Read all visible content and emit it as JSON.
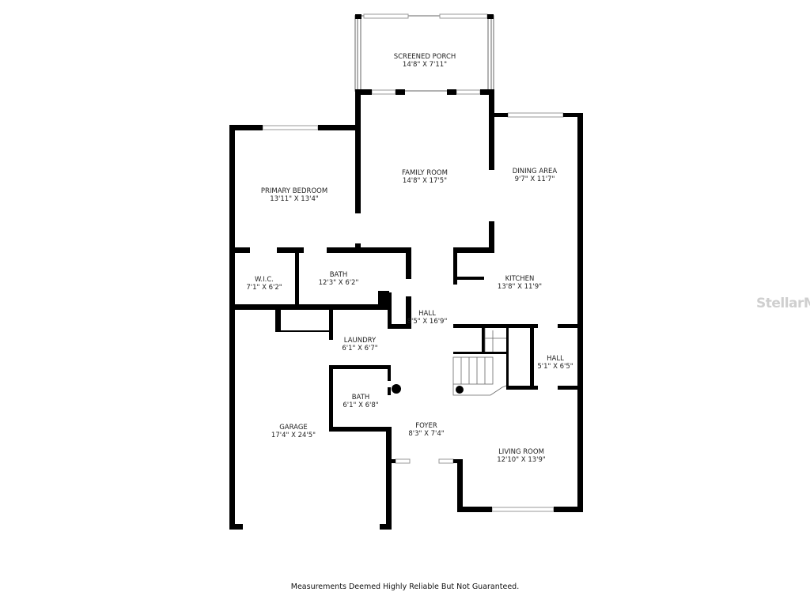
{
  "rooms": [
    {
      "name": "SCREENED PORCH",
      "dims": "14'8\" X 7'11\""
    },
    {
      "name": "FAMILY ROOM",
      "dims": "14'8\" X 17'5\""
    },
    {
      "name": "DINING AREA",
      "dims": "9'7\" X 11'7\""
    },
    {
      "name": "PRIMARY BEDROOM",
      "dims": "13'11\" X 13'4\""
    },
    {
      "name": "W.I.C.",
      "dims": "7'1\" X 6'2\""
    },
    {
      "name": "BATH",
      "dims": "12'3\" X 6'2\""
    },
    {
      "name": "KITCHEN",
      "dims": "13'8\" X 11'9\""
    },
    {
      "name": "HALL",
      "dims": "8'5\" X 16'9\""
    },
    {
      "name": "LAUNDRY",
      "dims": "6'1\" X 6'7\""
    },
    {
      "name": "HALL",
      "dims": "5'1\" X 6'5\""
    },
    {
      "name": "BATH",
      "dims": "6'1\" X 6'8\""
    },
    {
      "name": "GARAGE",
      "dims": "17'4\" X 24'5\""
    },
    {
      "name": "FOYER",
      "dims": "8'3\" X 7'4\""
    },
    {
      "name": "LIVING ROOM",
      "dims": "12'10\" X 13'9\""
    }
  ],
  "footer": "Measurements Deemed Highly Reliable But Not Guaranteed.",
  "watermark": "StellarMLS",
  "colors": {
    "wall": "#000000",
    "window": "#9a9a9a",
    "watermark": "#cfcfcf"
  }
}
